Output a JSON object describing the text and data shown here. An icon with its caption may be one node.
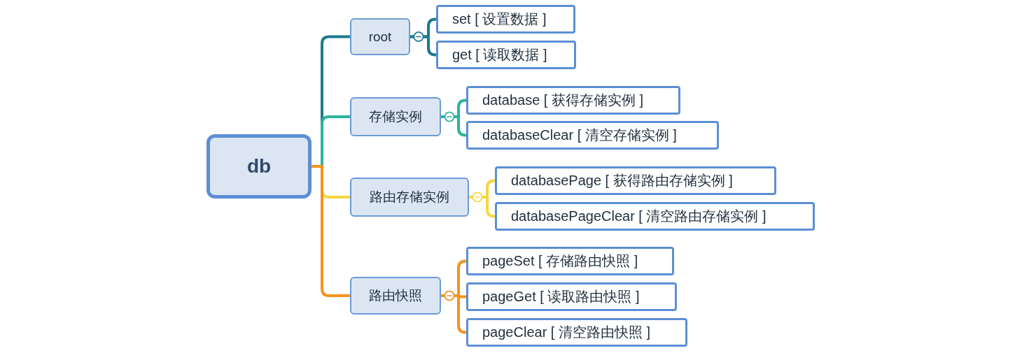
{
  "diagram": {
    "nodes": [
      {
        "text": [
          "db"
        ]
      },
      {
        "text": [
          "root"
        ]
      },
      {
        "text": [
          "set [ 设置数据 ]"
        ]
      },
      {
        "text": [
          "get [ 读取数据 ]"
        ]
      },
      {
        "text": [
          "存储实例"
        ]
      },
      {
        "text": [
          "database [ 获得存储实例 ]"
        ]
      },
      {
        "text": [
          "databaseClear [ 清空存储实例 ]"
        ]
      },
      {
        "text": [
          "路由存储实例"
        ]
      },
      {
        "text": [
          "databasePage [ 获得路由存储实例 ]"
        ]
      },
      {
        "text": [
          "databasePageClear [ 清空路由存储实例 ]"
        ]
      },
      {
        "text": [
          "路由快照"
        ]
      },
      {
        "text": [
          "pageSet [ 存储路由快照 ]"
        ]
      },
      {
        "text": [
          "pageGet [ 读取路由快照 ]"
        ]
      },
      {
        "text": [
          "pageClear [ 清空路由快照 ]"
        ]
      }
    ],
    "edges": [
      {
        "from": 0,
        "to": 1,
        "arrow": "none",
        "color": "#1b7a8e"
      },
      {
        "from": 0,
        "to": 4,
        "arrow": "none",
        "color": "#2bb39c"
      },
      {
        "from": 0,
        "to": 7,
        "arrow": "none",
        "color": "#f6d73c"
      },
      {
        "from": 0,
        "to": 10,
        "arrow": "none",
        "color": "#f7921e"
      },
      {
        "from": 1,
        "to": 2,
        "arrow": "other",
        "color": "#1b7a8e"
      },
      {
        "from": 1,
        "to": 3,
        "arrow": "other",
        "color": "#1b7a8e"
      },
      {
        "from": 4,
        "to": 5,
        "arrow": "other",
        "color": "#2bb39c"
      },
      {
        "from": 4,
        "to": 6,
        "arrow": "other",
        "color": "#2bb39c"
      },
      {
        "from": 7,
        "to": 8,
        "arrow": "other",
        "color": "#f6d73c"
      },
      {
        "from": 7,
        "to": 9,
        "arrow": "other",
        "color": "#f6d73c"
      },
      {
        "from": 10,
        "to": 11,
        "arrow": "other",
        "color": "#f7921e"
      },
      {
        "from": 10,
        "to": 12,
        "arrow": "other",
        "color": "#f7921e"
      },
      {
        "from": 10,
        "to": 13,
        "arrow": "other",
        "color": "#f7921e"
      }
    ]
  }
}
